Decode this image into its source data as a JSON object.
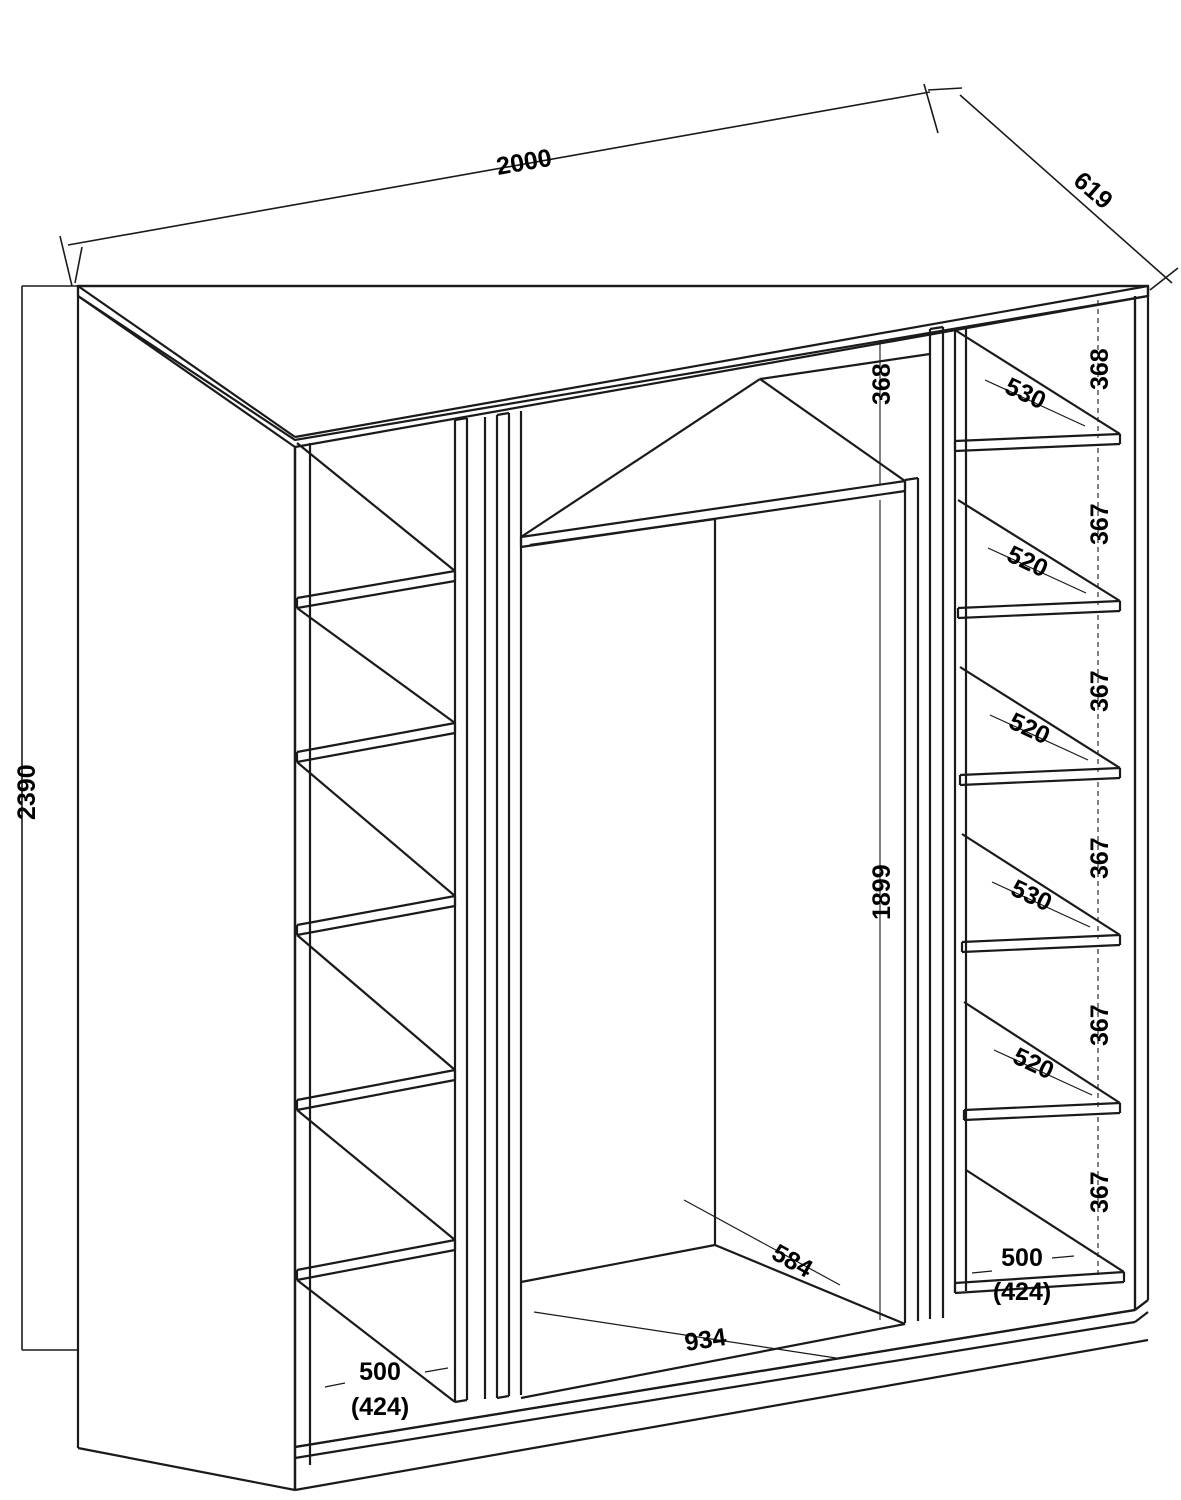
{
  "drawing": {
    "title": "Wardrobe technical dimension drawing",
    "units": "mm",
    "line_color": "#1a1a1a",
    "text_color": "#000000",
    "background": "#ffffff"
  },
  "overall": {
    "width_label": "2000",
    "depth_label": "619",
    "height_label": "2390"
  },
  "center_section": {
    "top_shelf_gap_label": "368",
    "hanging_height_label": "1899",
    "bottom_depth_label": "584",
    "bottom_width_label": "934"
  },
  "left_section": {
    "shelf_width_label": "500",
    "shelf_width_inner_label": "(424)"
  },
  "right_section": {
    "shelf_width_label": "500",
    "shelf_width_inner_label": "(424)",
    "vertical_gaps": [
      "368",
      "367",
      "367",
      "367",
      "367",
      "367"
    ],
    "shelf_depths": [
      "530",
      "520",
      "520",
      "530",
      "520"
    ]
  }
}
